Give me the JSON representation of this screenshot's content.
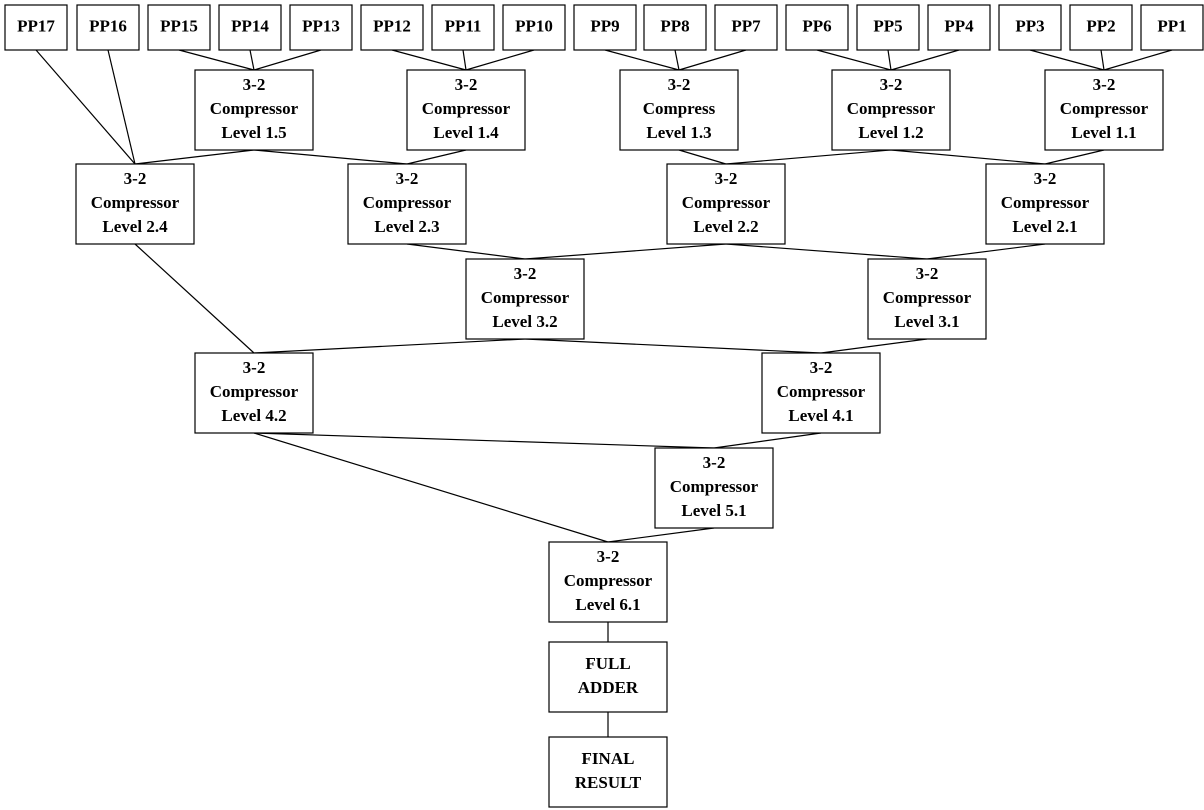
{
  "colors": {
    "stroke": "#000000",
    "box_fill": "#ffffff",
    "text": "#000000"
  },
  "nodes": [
    {
      "id": "pp17",
      "lines": [
        "PP17"
      ]
    },
    {
      "id": "pp16",
      "lines": [
        "PP16"
      ]
    },
    {
      "id": "pp15",
      "lines": [
        "PP15"
      ]
    },
    {
      "id": "pp14",
      "lines": [
        "PP14"
      ]
    },
    {
      "id": "pp13",
      "lines": [
        "PP13"
      ]
    },
    {
      "id": "pp12",
      "lines": [
        "PP12"
      ]
    },
    {
      "id": "pp11",
      "lines": [
        "PP11"
      ]
    },
    {
      "id": "pp10",
      "lines": [
        "PP10"
      ]
    },
    {
      "id": "pp9",
      "lines": [
        "PP9"
      ]
    },
    {
      "id": "pp8",
      "lines": [
        "PP8"
      ]
    },
    {
      "id": "pp7",
      "lines": [
        "PP7"
      ]
    },
    {
      "id": "pp6",
      "lines": [
        "PP6"
      ]
    },
    {
      "id": "pp5",
      "lines": [
        "PP5"
      ]
    },
    {
      "id": "pp4",
      "lines": [
        "PP4"
      ]
    },
    {
      "id": "pp3",
      "lines": [
        "PP3"
      ]
    },
    {
      "id": "pp2",
      "lines": [
        "PP2"
      ]
    },
    {
      "id": "pp1",
      "lines": [
        "PP1"
      ]
    },
    {
      "id": "l1_5",
      "lines": [
        "3-2",
        "Compressor",
        "Level 1.5"
      ]
    },
    {
      "id": "l1_4",
      "lines": [
        "3-2",
        "Compressor",
        "Level 1.4"
      ]
    },
    {
      "id": "l1_3",
      "lines": [
        "3-2",
        "Compress",
        "Level 1.3"
      ]
    },
    {
      "id": "l1_2",
      "lines": [
        "3-2",
        "Compressor",
        "Level 1.2"
      ]
    },
    {
      "id": "l1_1",
      "lines": [
        "3-2",
        "Compressor",
        "Level 1.1"
      ]
    },
    {
      "id": "l2_4",
      "lines": [
        "3-2",
        "Compressor",
        "Level 2.4"
      ]
    },
    {
      "id": "l2_3",
      "lines": [
        "3-2",
        "Compressor",
        "Level 2.3"
      ]
    },
    {
      "id": "l2_2",
      "lines": [
        "3-2",
        "Compressor",
        "Level 2.2"
      ]
    },
    {
      "id": "l2_1",
      "lines": [
        "3-2",
        "Compressor",
        "Level 2.1"
      ]
    },
    {
      "id": "l3_2",
      "lines": [
        "3-2",
        "Compressor",
        "Level 3.2"
      ]
    },
    {
      "id": "l3_1",
      "lines": [
        "3-2",
        "Compressor",
        "Level 3.1"
      ]
    },
    {
      "id": "l4_2",
      "lines": [
        "3-2",
        "Compressor",
        "Level 4.2"
      ]
    },
    {
      "id": "l4_1",
      "lines": [
        "3-2",
        "Compressor",
        "Level 4.1"
      ]
    },
    {
      "id": "l5_1",
      "lines": [
        "3-2",
        "Compressor",
        "Level 5.1"
      ]
    },
    {
      "id": "l6_1",
      "lines": [
        "3-2",
        "Compressor",
        "Level 6.1"
      ]
    },
    {
      "id": "fa",
      "lines": [
        "FULL",
        "ADDER"
      ]
    },
    {
      "id": "result",
      "lines": [
        "FINAL",
        "RESULT"
      ]
    }
  ],
  "edges": [
    [
      "pp15",
      "l1_5"
    ],
    [
      "pp14",
      "l1_5"
    ],
    [
      "pp13",
      "l1_5"
    ],
    [
      "pp12",
      "l1_4"
    ],
    [
      "pp11",
      "l1_4"
    ],
    [
      "pp10",
      "l1_4"
    ],
    [
      "pp9",
      "l1_3"
    ],
    [
      "pp8",
      "l1_3"
    ],
    [
      "pp7",
      "l1_3"
    ],
    [
      "pp6",
      "l1_2"
    ],
    [
      "pp5",
      "l1_2"
    ],
    [
      "pp4",
      "l1_2"
    ],
    [
      "pp3",
      "l1_1"
    ],
    [
      "pp2",
      "l1_1"
    ],
    [
      "pp1",
      "l1_1"
    ],
    [
      "pp17",
      "l2_4"
    ],
    [
      "pp16",
      "l2_4"
    ],
    [
      "l1_5",
      "l2_4"
    ],
    [
      "l1_5",
      "l2_3"
    ],
    [
      "l1_4",
      "l2_3"
    ],
    [
      "l1_3",
      "l2_2"
    ],
    [
      "l1_2",
      "l2_2"
    ],
    [
      "l1_2",
      "l2_1"
    ],
    [
      "l1_1",
      "l2_1"
    ],
    [
      "l2_3",
      "l3_2"
    ],
    [
      "l2_2",
      "l3_2"
    ],
    [
      "l2_2",
      "l3_1"
    ],
    [
      "l2_1",
      "l3_1"
    ],
    [
      "l2_4",
      "l4_2"
    ],
    [
      "l3_2",
      "l4_2"
    ],
    [
      "l3_2",
      "l4_1"
    ],
    [
      "l3_1",
      "l4_1"
    ],
    [
      "l4_2",
      "l5_1"
    ],
    [
      "l4_1",
      "l5_1"
    ],
    [
      "l4_2",
      "l6_1"
    ],
    [
      "l5_1",
      "l6_1"
    ],
    [
      "l6_1",
      "fa"
    ],
    [
      "fa",
      "result"
    ]
  ]
}
